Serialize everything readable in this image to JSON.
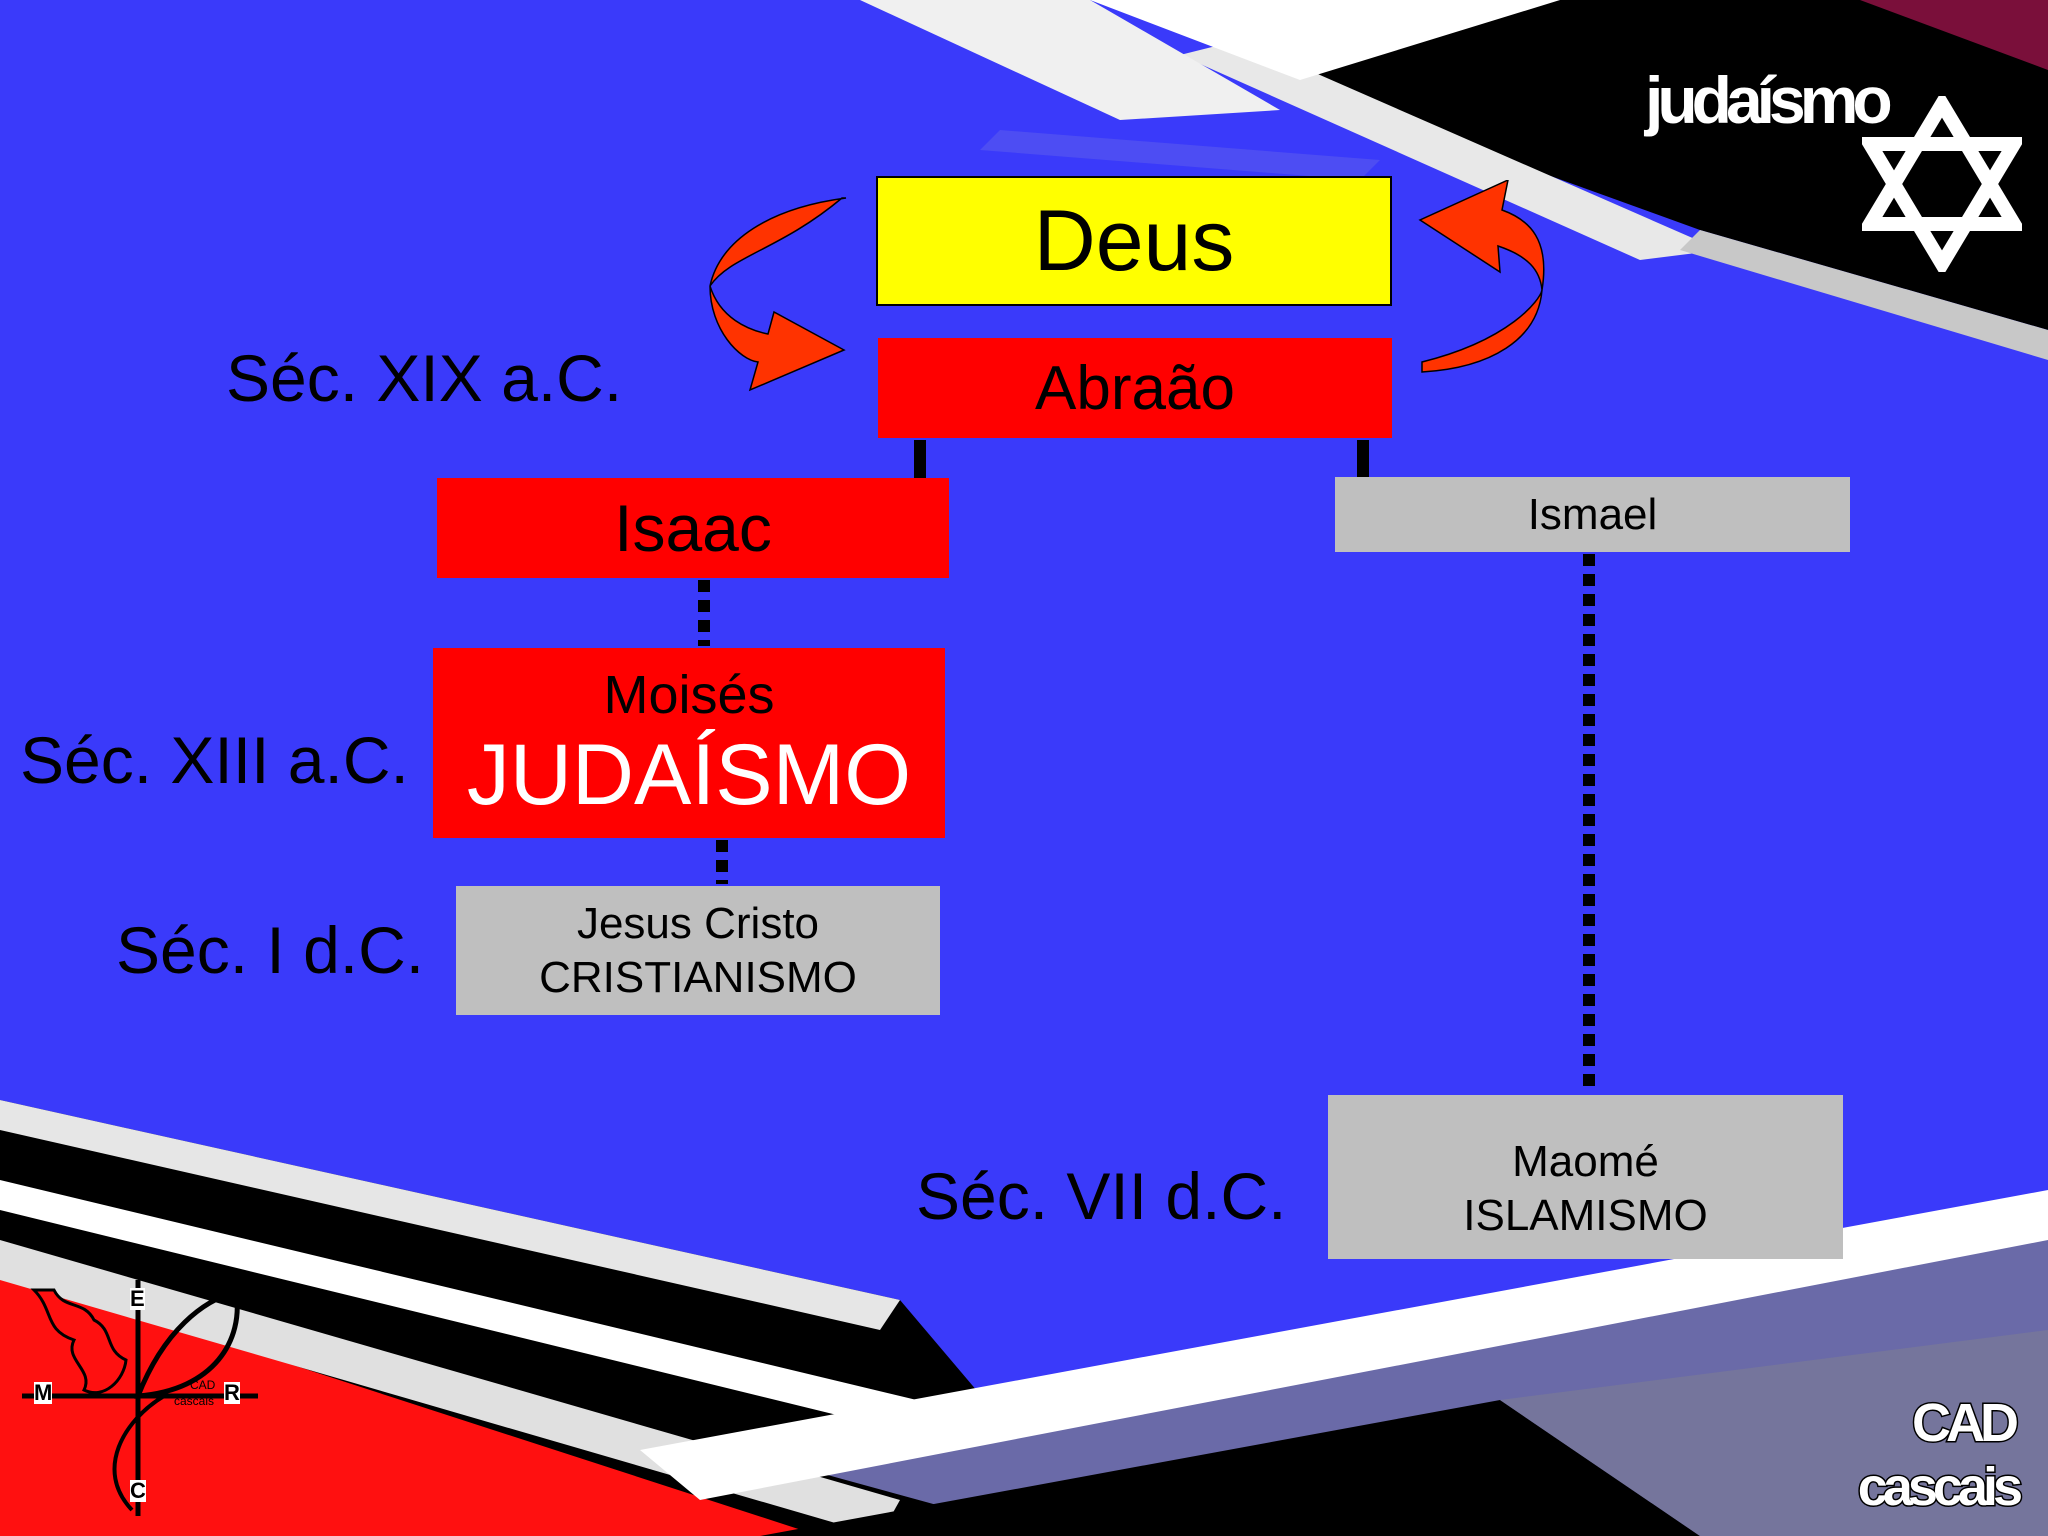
{
  "header": {
    "brand_text": "judaísmo",
    "emblem_icon": "star-of-david-icon"
  },
  "diagram": {
    "root": "Deus",
    "patriarch": "Abraão",
    "son_left": "Isaac",
    "son_right": "Ismael",
    "judaism": {
      "name": "Moisés",
      "religion": "JUDAÍSMO"
    },
    "christianity": {
      "name": "Jesus Cristo",
      "religion": "CRISTIANISMO"
    },
    "islam": {
      "name": "Maomé",
      "religion": "ISLAMISMO"
    },
    "cycle_arrows": "curved-arrows-icon"
  },
  "eras": {
    "patriarch": "Séc. XIX a.C.",
    "judaism": "Séc. XIII a.C.",
    "christianity": "Séc. I d.C.",
    "islam": "Séc. VII d.C."
  },
  "footer": {
    "logo_icon": "mcr-emblem-icon",
    "logo_letters": [
      "M",
      "E",
      "R",
      "C"
    ],
    "logo_small_text": [
      "CAD",
      "cascais"
    ],
    "cad_line1": "CAD",
    "cad_line2": "cascais"
  },
  "colors": {
    "background": "#3a3afa",
    "root_box": "#ffff00",
    "red_box": "#ff0000",
    "grey_box": "#bfbfbf",
    "arrow": "#ff3300"
  }
}
